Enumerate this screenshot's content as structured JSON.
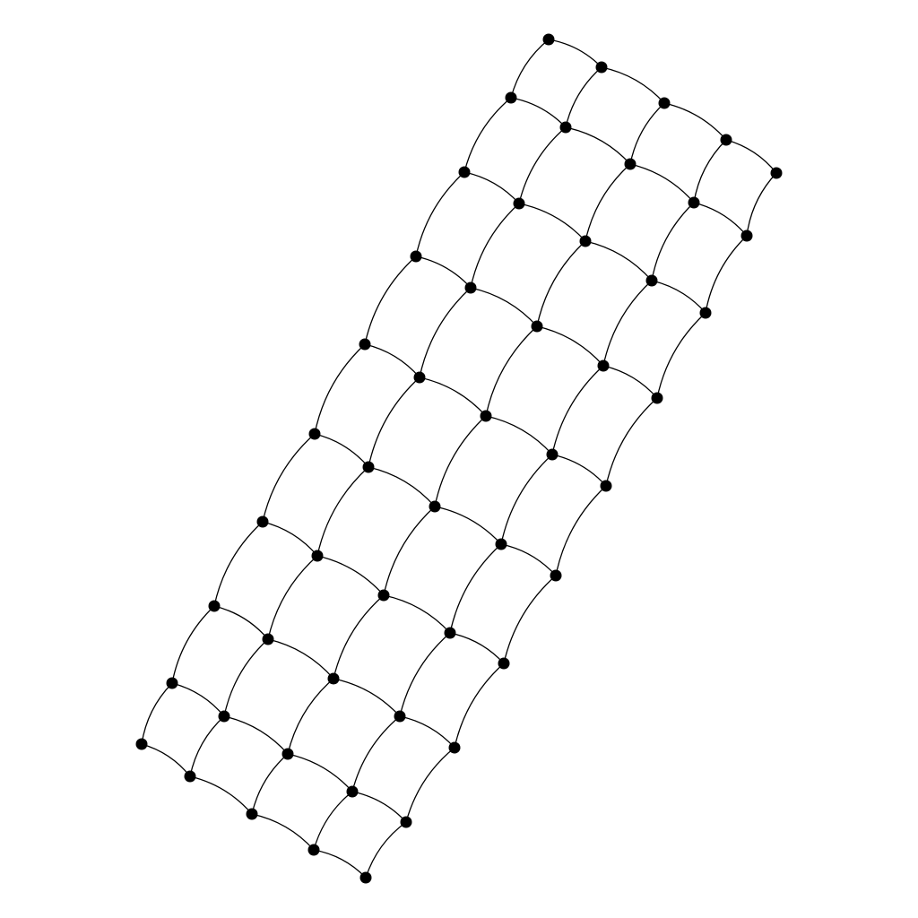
{
  "diagram": {
    "type": "grid-graph",
    "rows": 10,
    "columns": 5,
    "node_color": "#000000",
    "edge_color": "#000000",
    "background_color": "#ffffff",
    "edge_style": "curved",
    "node_shape": "filled-circle"
  }
}
